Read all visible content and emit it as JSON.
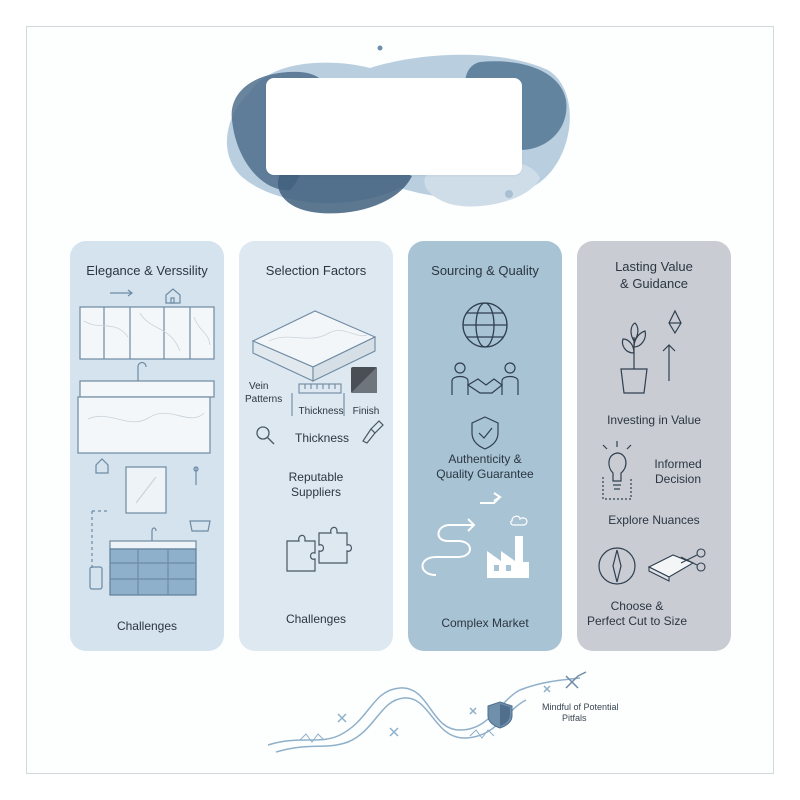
{
  "panels": [
    {
      "title": "Elegance & Verssility",
      "bottom": "Challenges"
    },
    {
      "title": "Selection Factors",
      "vein": "Vein",
      "patterns": "Patterns",
      "thickness_a": "Thickness",
      "finish": "Finish",
      "thickness_b": "Thickness",
      "reputable_1": "Reputable",
      "reputable_2": "Suppliers",
      "bottom": "Challenges"
    },
    {
      "title": "Sourcing & Quality",
      "authenticity_1": "Authenticity &",
      "authenticity_2": "Quality Guarantee",
      "bottom": "Complex Market"
    },
    {
      "title_1": "Lasting Value",
      "title_2": "& Guidance",
      "investing": "Investing in Value",
      "informed_1": "Informed",
      "informed_2": "Decision",
      "explore": "Explore Nuances",
      "choose_1": "Choose &",
      "choose_2": "Perfect Cut to Size"
    }
  ],
  "footer": {
    "pitfalls_1": "Mindful of Potential",
    "pitfalls_2": "Pitfals"
  },
  "colors": {
    "panel1": "#d4e3ee",
    "panel2": "#dde8f0",
    "panel3": "#a8c3d4",
    "panel4": "#c9ccd2",
    "accent_dark": "#4f6f8c"
  }
}
